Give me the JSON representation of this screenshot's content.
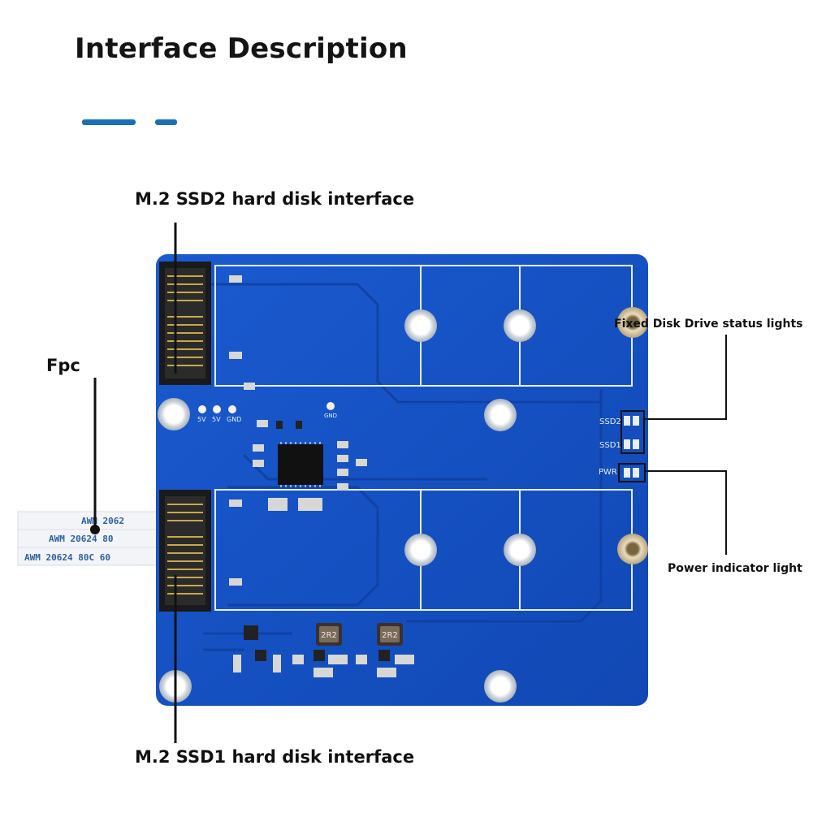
{
  "title": "Interface Description",
  "callouts": {
    "ssd2": "M.2 SSD2 hard disk interface",
    "ssd1": "M.2 SSD1 hard disk interface",
    "fpc": "Fpc",
    "status_lights": "Fixed Disk Drive status lights",
    "power_light": "Power indicator light"
  },
  "board": {
    "pin_labels": [
      "5V",
      "5V",
      "GND"
    ],
    "gnd_label": "GND",
    "led_labels": [
      "SSD2",
      "SSD1",
      "PWR"
    ],
    "inductor_labels": [
      "2R2",
      "2R2"
    ]
  },
  "fpc_cable": {
    "print_top": "AWM 2062",
    "print_mid": "AWM 20624 80",
    "print_bottom": "AWM 20624 80C 60"
  },
  "colors": {
    "accent": "#1b6fb8",
    "board_blue": "#1652c4",
    "silkscreen": "#e6eef8",
    "line": "#111111"
  }
}
